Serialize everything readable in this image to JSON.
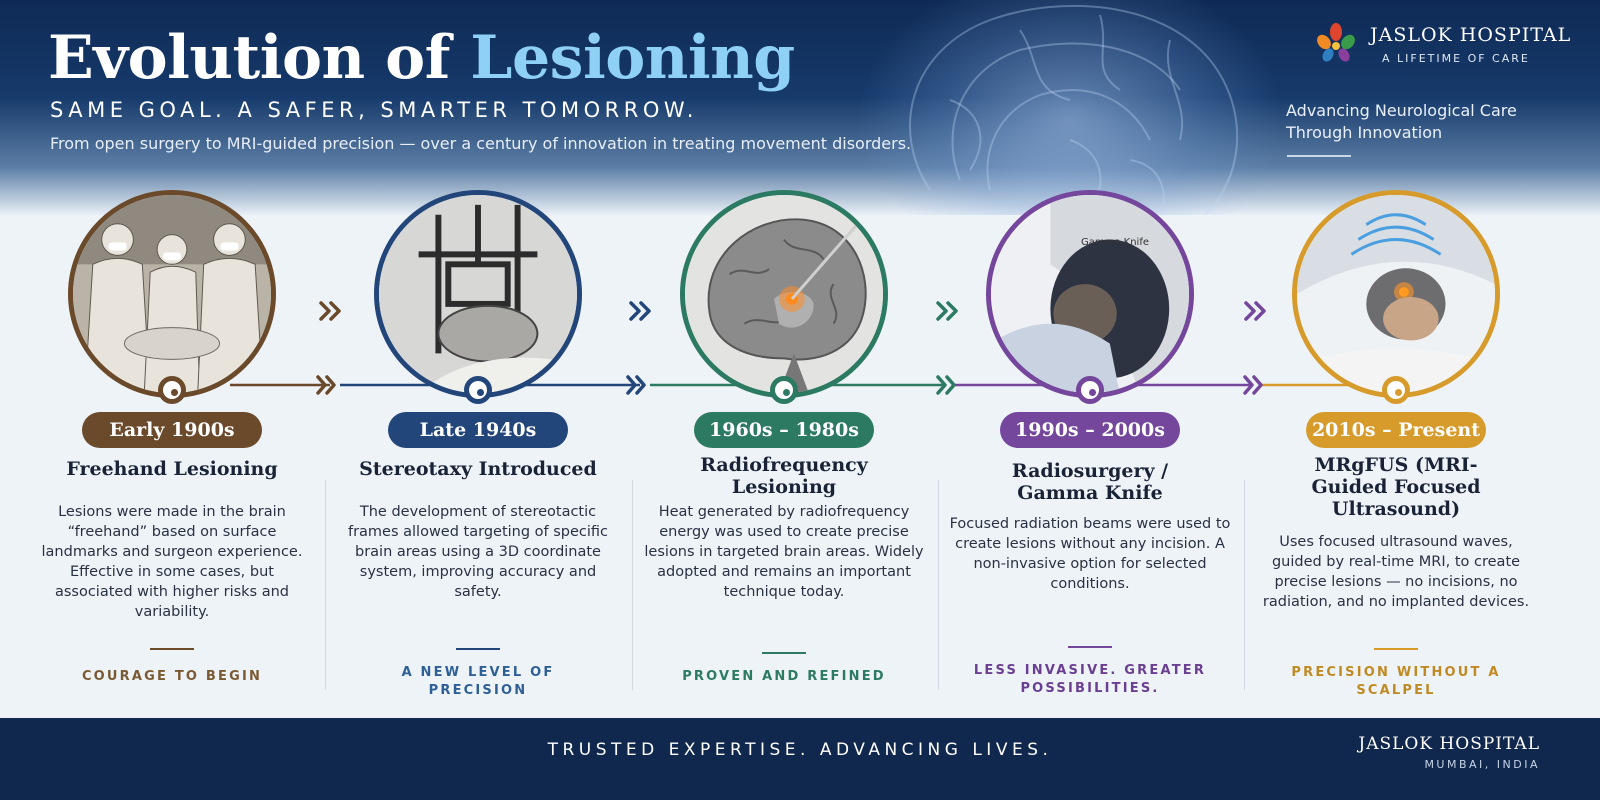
{
  "header": {
    "title_main": "Evolution of ",
    "title_accent": "Lesioning",
    "subtitle": "SAME GOAL. A SAFER, SMARTER TOMORROW.",
    "tagline": "From open surgery to MRI-guided precision — over a century of innovation in treating movement disorders.",
    "logo_name": "JASLOK HOSPITAL",
    "logo_sub": "A LIFETIME OF CARE",
    "advancing": "Advancing Neurological Care Through Innovation"
  },
  "colors": {
    "stage1": "#6b4a2b",
    "stage2": "#22457a",
    "stage3": "#2d7a62",
    "stage4": "#74479c",
    "stage5": "#d79b2b",
    "accent": "#8fd0f6",
    "navy": "#11284e"
  },
  "stages": [
    {
      "era": "Early 1900s",
      "title": "Freehand Lesioning",
      "desc": "Lesions were made in the brain “freehand” based on surface landmarks and surgeon experience. Effective in some cases, but associated with higher risks and variability.",
      "motto": "COURAGE TO BEGIN",
      "image": "surgeons-operating-photo"
    },
    {
      "era": "Late 1940s",
      "title": "Stereotaxy Introduced",
      "desc": "The development of stereotactic frames allowed targeting of specific brain areas using a 3D coordinate system, improving accuracy and safety.",
      "motto": "A NEW LEVEL OF PRECISION",
      "image": "stereotactic-frame-photo"
    },
    {
      "era": "1960s – 1980s",
      "title": "Radiofrequency Lesioning",
      "desc": "Heat generated by radiofrequency energy was used to create precise lesions in targeted brain areas. Widely adopted and remains an important technique today.",
      "motto": "PROVEN AND REFINED",
      "image": "brain-cross-section-probe"
    },
    {
      "era": "1990s – 2000s",
      "title": "Radiosurgery / Gamma Knife",
      "desc": "Focused radiation beams were used to create lesions without any incision. A non-invasive option for selected conditions.",
      "motto": "LESS INVASIVE. GREATER POSSIBILITIES.",
      "image": "gamma-knife-machine",
      "image_label": "Gamma Knife"
    },
    {
      "era": "2010s – Present",
      "title": "MRgFUS (MRI-Guided Focused Ultrasound)",
      "desc": "Uses focused ultrasound waves, guided by real-time MRI, to create precise lesions — no incisions, no radiation, and no implanted devices.",
      "motto": "PRECISION WITHOUT A SCALPEL",
      "image": "mri-focused-ultrasound"
    }
  ],
  "footer": {
    "text": "TRUSTED EXPERTISE. ADVANCING LIVES.",
    "brand": "JASLOK HOSPITAL",
    "location": "MUMBAI, INDIA"
  }
}
